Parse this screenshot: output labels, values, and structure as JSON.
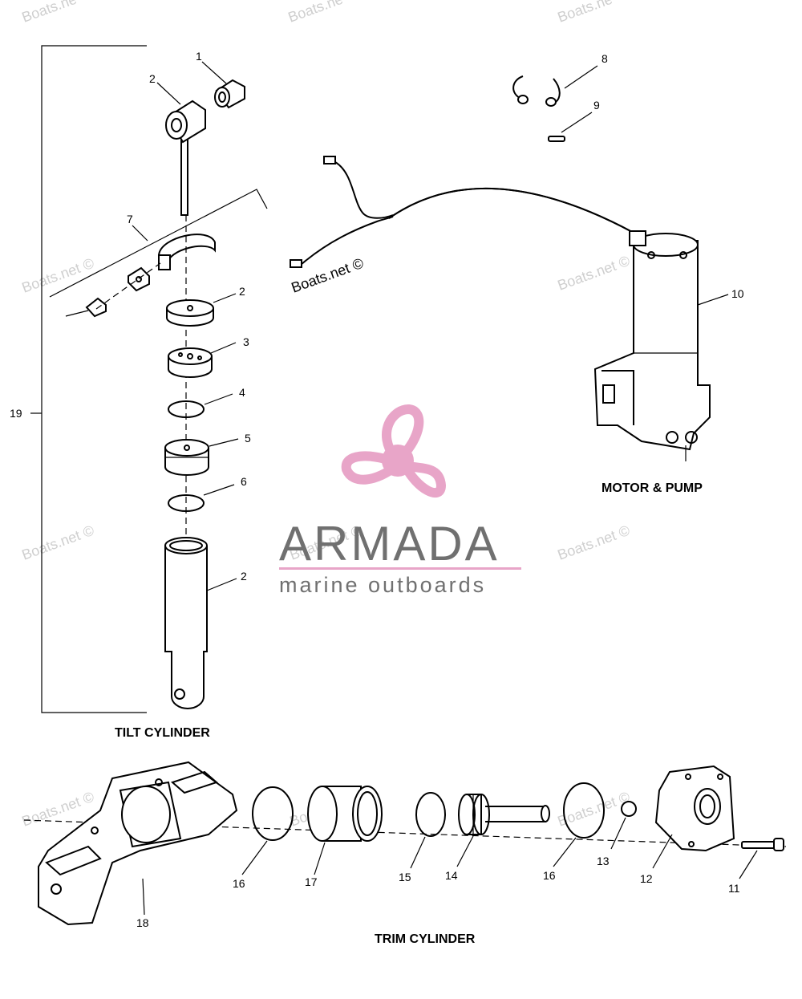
{
  "watermark_text": "Boats.net ©",
  "watermark_corner": "Boats.ne",
  "logo": {
    "name": "ARMADA",
    "tagline": "marine outboards",
    "accent_color": "#e8a5c8",
    "hub_color": "#e8a5c8"
  },
  "captions": {
    "tilt": "TILT CYLINDER",
    "motor": "MOTOR & PUMP",
    "trim": "TRIM CYLINDER"
  },
  "callouts": {
    "c1": "1",
    "c2a": "2",
    "c2b": "2",
    "c2c": "2",
    "c3": "3",
    "c4": "4",
    "c5": "5",
    "c6": "6",
    "c7": "7",
    "c8": "8",
    "c9": "9",
    "c10": "10",
    "c11": "11",
    "c12": "12",
    "c13": "13",
    "c14": "14",
    "c15": "15",
    "c16a": "16",
    "c16b": "16",
    "c17": "17",
    "c18": "18",
    "c19": "19"
  }
}
